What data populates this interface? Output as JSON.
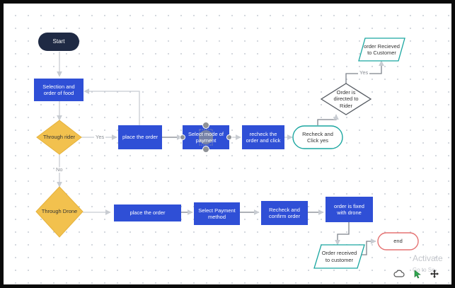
{
  "nodes": {
    "start": "Start",
    "selection": "Selection and\norder of food",
    "through_rider": "Through rider",
    "place_order_1": "place the order",
    "select_mode": "Select mode of\npayment",
    "recheck_click": "recheck the\norder and click",
    "recheck_click_yes": "Recheck and\nClick yes",
    "directed_to_rider": "Order is\ndirected to\nRider",
    "received_to_customer_top": "order Recieved\nto Customer",
    "through_drone": "Through Drone",
    "place_order_2": "place the order",
    "select_payment_method": "Select Payment\nmethod",
    "recheck_confirm": "Recheck and\nconfirm order",
    "fixed_with_drone": "order is fixed\nwith drone",
    "received_to_customer_bottom": "Order received\nto customer",
    "end": "end"
  },
  "edge_labels": {
    "yes_rider": "Yes",
    "no_rider": "No",
    "yes_directed": "Yes"
  },
  "watermark": {
    "title": "Activate",
    "subtitle": "Go to Se"
  },
  "toolbar": {
    "icons": [
      "cloud-icon",
      "pointer-icon",
      "move-icon"
    ]
  },
  "colors": {
    "process_blue": "#2f4fd6",
    "decision_yellow": "#f2c14e",
    "terminal_navy": "#1f2a44",
    "io_teal": "#1aa6a0",
    "end_red": "#e57373",
    "connector_gray": "#8a8f98"
  }
}
